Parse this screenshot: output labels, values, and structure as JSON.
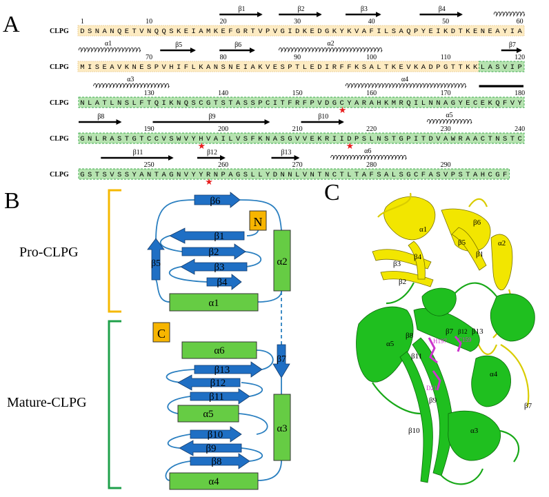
{
  "panels": {
    "a": "A",
    "b": "B",
    "c": "C"
  },
  "colors": {
    "pro_fill": "#fdebc2",
    "pro_border": "#e8c98a",
    "mature_fill": "#b6e3b0",
    "mature_border": "#3aa84a",
    "helix_box": "#66cc44",
    "strand": "#1f6fc4",
    "loop": "#2a7fc0",
    "bracket_pro": "#f5b800",
    "bracket_mature": "#1ea04a",
    "terminus_box": "#f7b500",
    "star": "#e81e1e",
    "structure_yellow": "#f2e600",
    "structure_green": "#1fbf1f",
    "catalytic": "#cc33cc"
  },
  "sequence": {
    "protein": "CLPG",
    "rows": [
      {
        "seq": "DSNANQETVNQQSKEIAMKEFGRTVPVGIDKEDGKYKVAFILSAQPYEIKDTKENEAYIA",
        "numbers": [
          {
            "label": "1",
            "pos": 0
          },
          {
            "label": "10",
            "pos": 9
          },
          {
            "label": "20",
            "pos": 19
          },
          {
            "label": "30",
            "pos": 29
          },
          {
            "label": "40",
            "pos": 39
          },
          {
            "label": "50",
            "pos": 49
          },
          {
            "label": "60",
            "pos": 59
          }
        ],
        "pro_end": 60,
        "elements": [
          {
            "type": "strand",
            "label": "β1",
            "start": 19,
            "end": 25
          },
          {
            "type": "strand",
            "label": "β2",
            "start": 27,
            "end": 33
          },
          {
            "type": "strand",
            "label": "β3",
            "start": 36,
            "end": 41
          },
          {
            "type": "strand",
            "label": "β4",
            "start": 46,
            "end": 52
          },
          {
            "type": "helix",
            "label": "",
            "start": 56,
            "end": 60
          }
        ],
        "stars": []
      },
      {
        "seq": "MISEAVKNESPVHIFLKANSNEIAKVESPTLEDIRFFKSALTKEVKADPGTTKKLASVIP",
        "numbers": [
          {
            "label": "70",
            "pos": 9
          },
          {
            "label": "80",
            "pos": 19
          },
          {
            "label": "90",
            "pos": 29
          },
          {
            "label": "100",
            "pos": 39
          },
          {
            "label": "110",
            "pos": 49
          },
          {
            "label": "120",
            "pos": 59
          }
        ],
        "pro_end": 54,
        "elements": [
          {
            "type": "helix",
            "label": "α1",
            "start": 0,
            "end": 8
          },
          {
            "type": "strand",
            "label": "β5",
            "start": 11,
            "end": 16
          },
          {
            "type": "strand",
            "label": "β6",
            "start": 19,
            "end": 24
          },
          {
            "type": "helix",
            "label": "α2",
            "start": 27,
            "end": 41
          },
          {
            "type": "strand",
            "label": "β7",
            "start": 57,
            "end": 60
          }
        ],
        "stars": []
      },
      {
        "seq": "NLATLNSLFTQIKNQSCGTSTASSPCITFRFPVDGCYARAHKMRQILNNAGYECEKQFVY",
        "numbers": [
          {
            "label": "130",
            "pos": 9
          },
          {
            "label": "140",
            "pos": 19
          },
          {
            "label": "150",
            "pos": 29
          },
          {
            "label": "160",
            "pos": 39
          },
          {
            "label": "170",
            "pos": 49
          },
          {
            "label": "180",
            "pos": 59
          }
        ],
        "pro_end": 0,
        "elements": [
          {
            "type": "helix",
            "label": "α3",
            "start": 2,
            "end": 12
          },
          {
            "type": "helix",
            "label": "α4",
            "start": 36,
            "end": 52
          },
          {
            "type": "bar",
            "label": "",
            "start": 54,
            "end": 60
          }
        ],
        "stars": [
          35
        ]
      },
      {
        "seq": "GNLRASTGTCCVSWVYHVAILVSFKNASGVVEKRIIDPSLNSTGPITDVAWRAACTNSTC",
        "numbers": [
          {
            "label": "190",
            "pos": 9
          },
          {
            "label": "200",
            "pos": 19
          },
          {
            "label": "210",
            "pos": 29
          },
          {
            "label": "220",
            "pos": 39
          },
          {
            "label": "230",
            "pos": 49
          },
          {
            "label": "240",
            "pos": 59
          }
        ],
        "pro_end": 0,
        "elements": [
          {
            "type": "strand",
            "label": "β8",
            "start": 0,
            "end": 6
          },
          {
            "type": "strand",
            "label": "β9",
            "start": 10,
            "end": 26
          },
          {
            "type": "strand",
            "label": "β10",
            "start": 30,
            "end": 36
          },
          {
            "type": "helix",
            "label": "α5",
            "start": 47,
            "end": 53
          }
        ],
        "stars": [
          16,
          36
        ]
      },
      {
        "seq": "GSTSVSSYANTAGNVYYRNPAGSLLYDNNLVNTNCTLTAFSALSGCFASVPSTAHCGF",
        "numbers": [
          {
            "label": "250",
            "pos": 9
          },
          {
            "label": "260",
            "pos": 19
          },
          {
            "label": "270",
            "pos": 29
          },
          {
            "label": "280",
            "pos": 39
          },
          {
            "label": "290",
            "pos": 49
          }
        ],
        "pro_end": 0,
        "elements": [
          {
            "type": "strand",
            "label": "β11",
            "start": 3,
            "end": 13
          },
          {
            "type": "strand",
            "label": "β12",
            "start": 16,
            "end": 20
          },
          {
            "type": "strand",
            "label": "β13",
            "start": 26,
            "end": 30
          },
          {
            "type": "helix",
            "label": "α6",
            "start": 34,
            "end": 44
          }
        ],
        "stars": [
          17
        ]
      }
    ]
  },
  "topology": {
    "pro_label": "Pro-CLPG",
    "mature_label": "Mature-CLPG",
    "n_term": "N",
    "c_term": "C",
    "helices": {
      "a1": "α1",
      "a2": "α2",
      "a3": "α3",
      "a4": "α4",
      "a5": "α5",
      "a6": "α6"
    },
    "strands": {
      "b1": "β1",
      "b2": "β2",
      "b3": "β3",
      "b4": "β4",
      "b5": "β5",
      "b6": "β6",
      "b7": "β7",
      "b8": "β8",
      "b9": "β9",
      "b10": "β10",
      "b11": "β11",
      "b12": "β12",
      "b13": "β13"
    }
  },
  "structure": {
    "labels": {
      "a1": "α1",
      "a2": "α2",
      "a3": "α3",
      "a4": "α4",
      "a5": "α5",
      "b1": "β1",
      "b2": "β2",
      "b3": "β3",
      "b4": "β4",
      "b5": "β5",
      "b6": "β6",
      "b7": "β7",
      "b8": "β8",
      "b9": "β9",
      "b10": "β10",
      "b11": "β11",
      "b13": "β13"
    },
    "residues": {
      "h197": "H197",
      "d217": "D217",
      "c159": "C159",
      "b12": "β12"
    }
  }
}
